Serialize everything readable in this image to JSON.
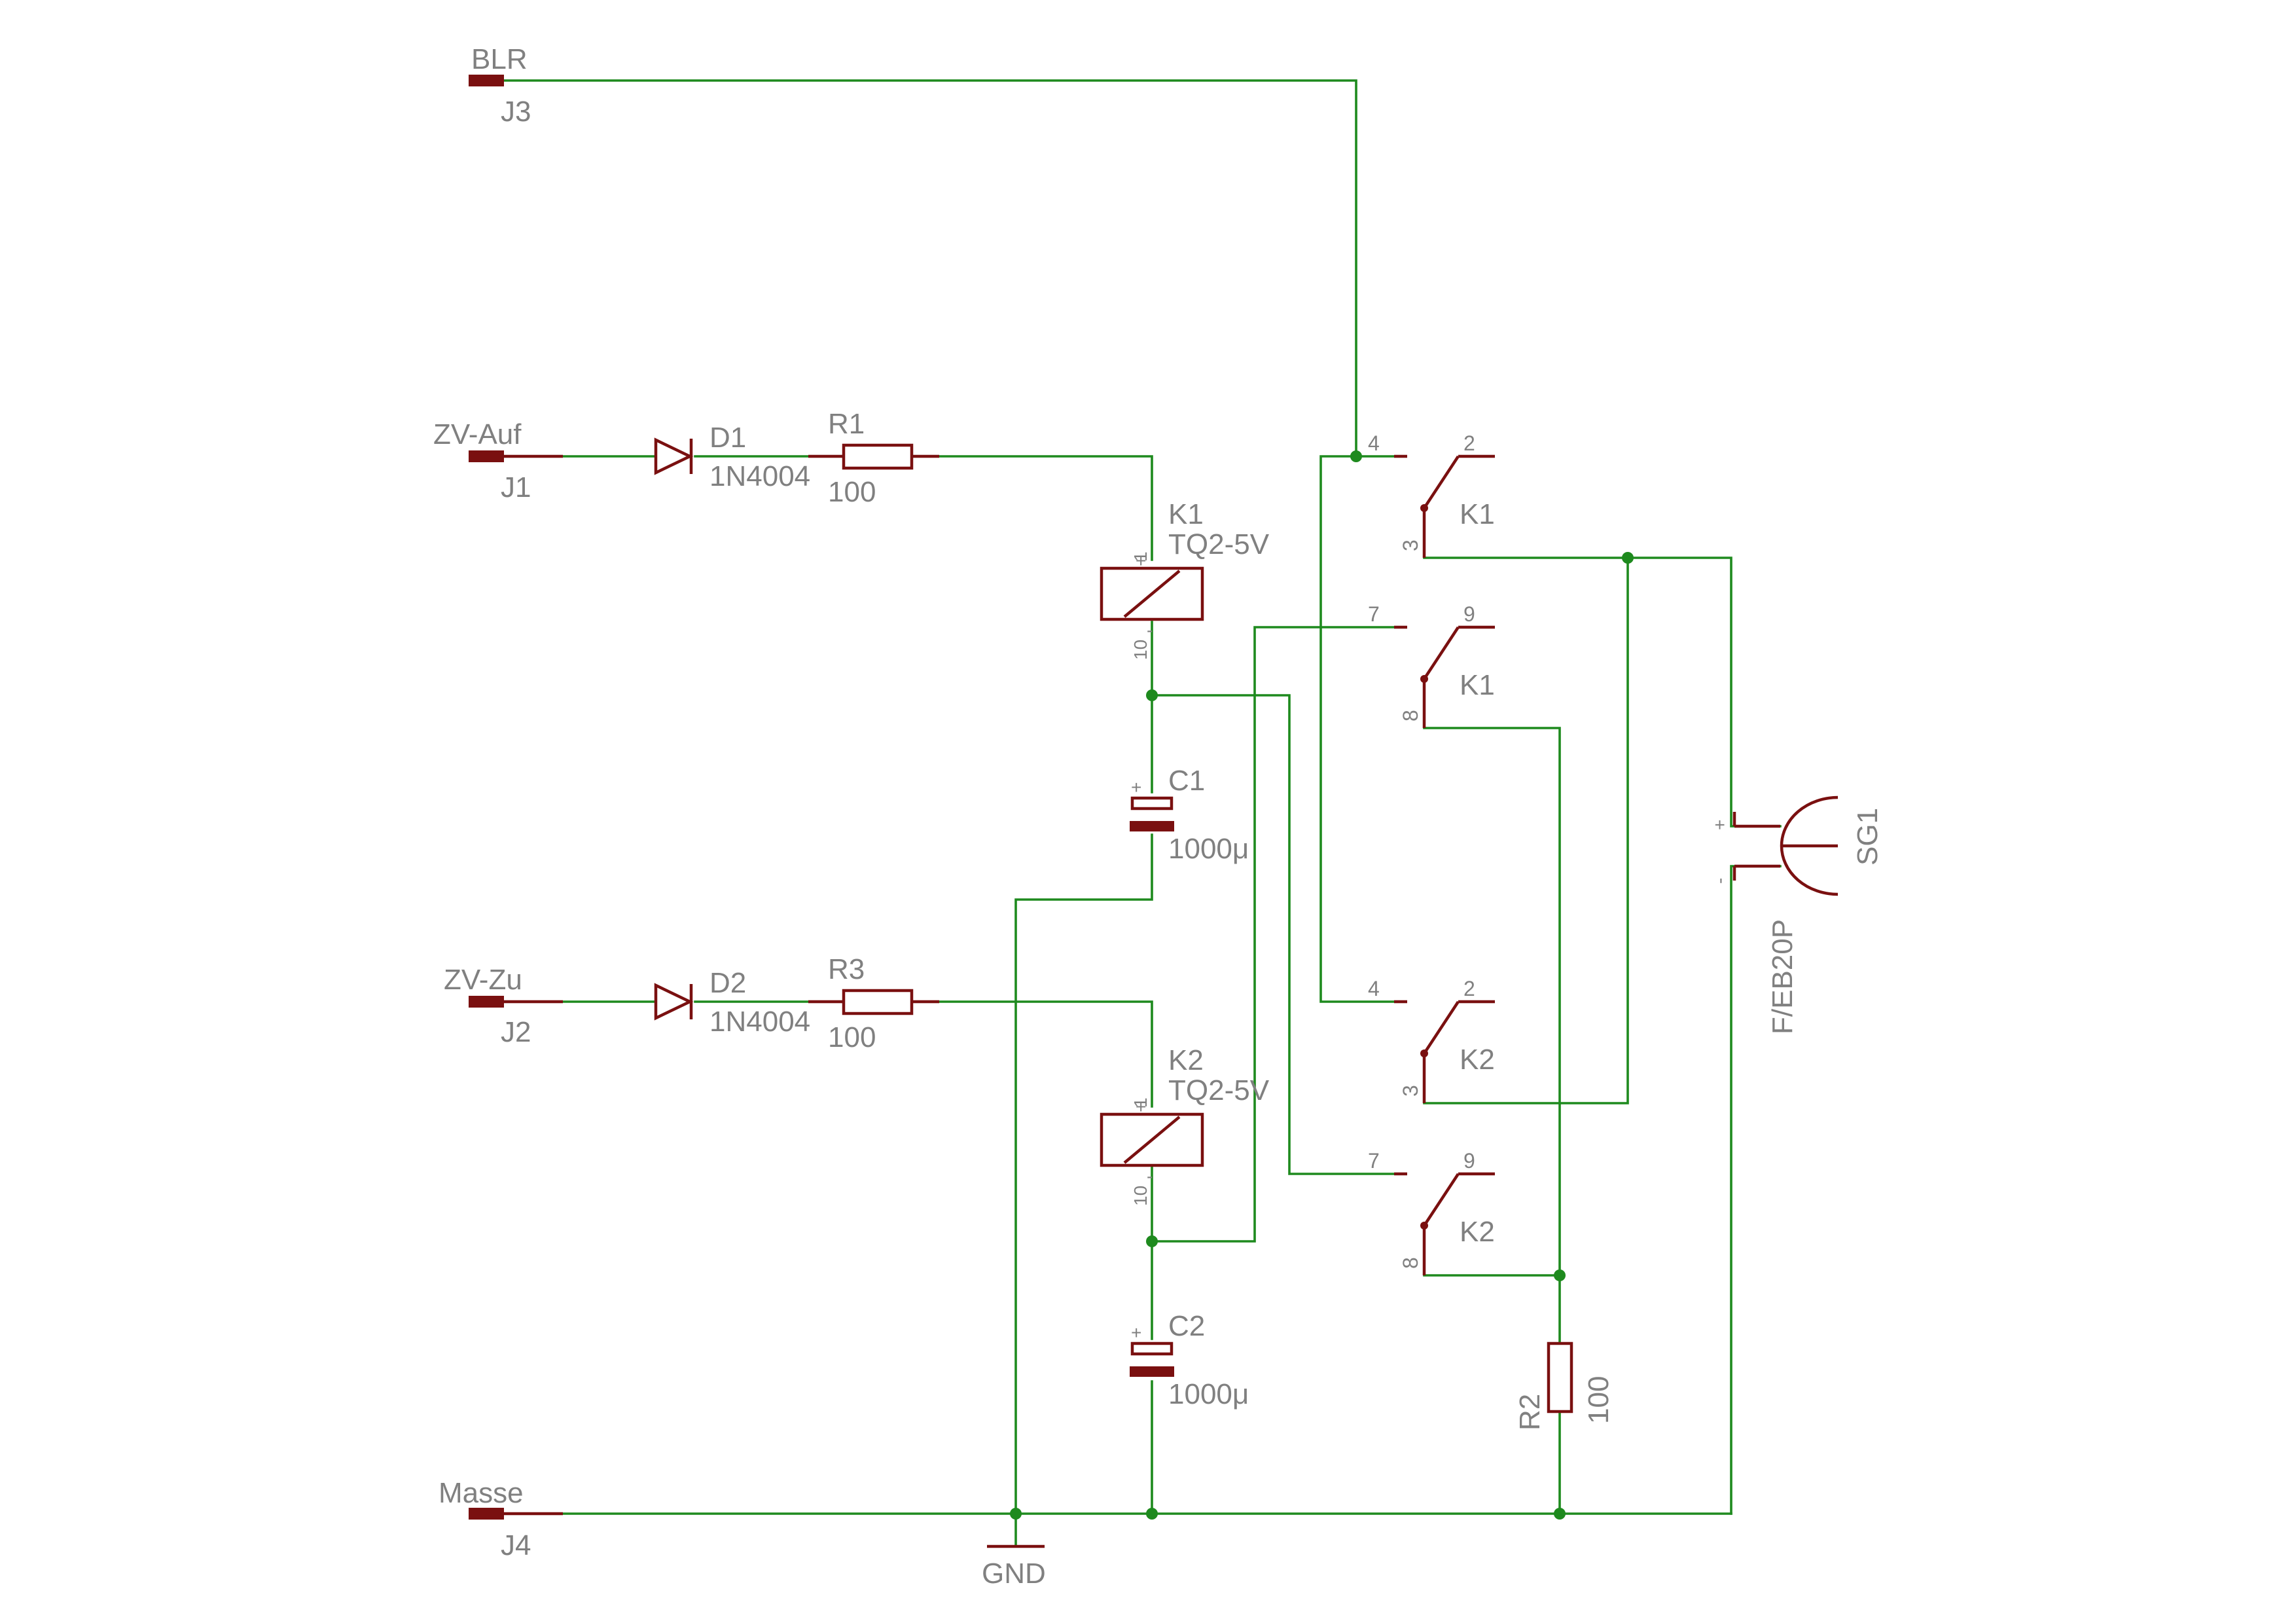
{
  "colors": {
    "wire": "#1e8a1e",
    "symbol": "#7a1010",
    "text": "#808080",
    "junction": "#1e8a1e"
  },
  "connectors": {
    "blr": {
      "signal": "BLR",
      "ref": "J3"
    },
    "zvauf": {
      "signal": "ZV-Auf",
      "ref": "J1"
    },
    "zvzu": {
      "signal": "ZV-Zu",
      "ref": "J2"
    },
    "masse": {
      "signal": "Masse",
      "ref": "J4"
    }
  },
  "components": {
    "d1": {
      "ref": "D1",
      "value": "1N4004"
    },
    "d2": {
      "ref": "D2",
      "value": "1N4004"
    },
    "r1": {
      "ref": "R1",
      "value": "100"
    },
    "r3": {
      "ref": "R3",
      "value": "100"
    },
    "r2": {
      "ref": "R2",
      "value": "100"
    },
    "k1": {
      "ref": "K1",
      "value": "TQ2-5V"
    },
    "k2": {
      "ref": "K2",
      "value": "TQ2-5V"
    },
    "c1": {
      "ref": "C1",
      "value": "1000μ"
    },
    "c2": {
      "ref": "C2",
      "value": "1000μ"
    },
    "sg1": {
      "ref": "SG1",
      "value": "F/EB20P"
    },
    "gnd": {
      "label": "GND"
    }
  },
  "relay_pins": {
    "coil_plus": "1",
    "coil_minus": "10",
    "plus_sign": "+",
    "minus_sign": "-"
  },
  "contacts": {
    "k1a": {
      "ref": "K1",
      "common": "4",
      "no": "2",
      "nc": "3"
    },
    "k1b": {
      "ref": "K1",
      "common": "7",
      "no": "9",
      "nc": "8"
    },
    "k2a": {
      "ref": "K2",
      "common": "4",
      "no": "2",
      "nc": "3"
    },
    "k2b": {
      "ref": "K2",
      "common": "7",
      "no": "9",
      "nc": "8"
    }
  },
  "buzzer_pins": {
    "plus": "+",
    "minus": "-"
  },
  "cap_plus": "+"
}
